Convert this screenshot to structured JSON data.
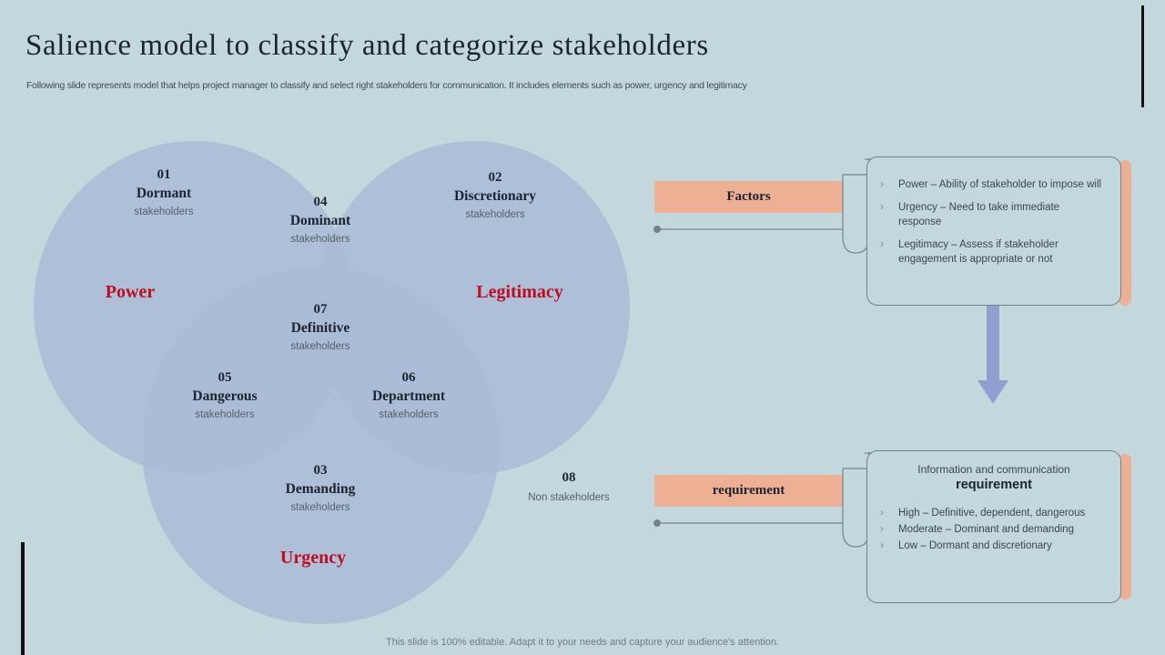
{
  "header": {
    "title": "Salience model to classify and categorize stakeholders",
    "subtitle": "Following slide represents model that helps project manager to classify and select right stakeholders for communication. It includes elements such as power, urgency and legitimacy"
  },
  "footer": {
    "note": "This slide is 100% editable. Adapt it to your needs and capture your audience's attention."
  },
  "venn": {
    "sets": [
      {
        "key": "power",
        "label": "Power",
        "color": "#c00b22"
      },
      {
        "key": "legitimacy",
        "label": "Legitimacy",
        "color": "#c00b22"
      },
      {
        "key": "urgency",
        "label": "Urgency",
        "color": "#c00b22"
      }
    ],
    "regions": [
      {
        "num": "01",
        "name": "Dormant",
        "sub": "stakeholders"
      },
      {
        "num": "02",
        "name": "Discretionary",
        "sub": "stakeholders"
      },
      {
        "num": "03",
        "name": "Demanding",
        "sub": "stakeholders"
      },
      {
        "num": "04",
        "name": "Dominant",
        "sub": "stakeholders"
      },
      {
        "num": "05",
        "name": "Dangerous",
        "sub": "stakeholders"
      },
      {
        "num": "06",
        "name": "Department",
        "sub": "stakeholders"
      },
      {
        "num": "07",
        "name": "Definitive",
        "sub": "stakeholders"
      },
      {
        "num": "08",
        "name": "",
        "sub": "Non stakeholders"
      }
    ],
    "circle_fill": "#aabbd6",
    "background": "#c3d8dc"
  },
  "panels": [
    {
      "tag": "Factors",
      "heading_top": "",
      "heading_bold": "",
      "bullets": [
        "Power – Ability of stakeholder to impose will",
        "Urgency – Need to take immediate response",
        "Legitimacy – Assess if stakeholder engagement  is appropriate  or not"
      ]
    },
    {
      "tag": "requirement",
      "heading_top": "Information  and communication",
      "heading_bold": "requirement",
      "bullets": [
        "High – Definitive,  dependent, dangerous",
        "Moderate – Dominant and demanding",
        "Low – Dormant  and discretionary"
      ]
    }
  ],
  "icons": {
    "bullet_chevron": "›",
    "arrow_down": "down-arrow"
  },
  "colors": {
    "background": "#c3d8dc",
    "accent_peach": "#edb094",
    "venn_blue": "#aabbd6",
    "set_title_red": "#c00b22",
    "arrow_blue": "#8e9fd0"
  }
}
